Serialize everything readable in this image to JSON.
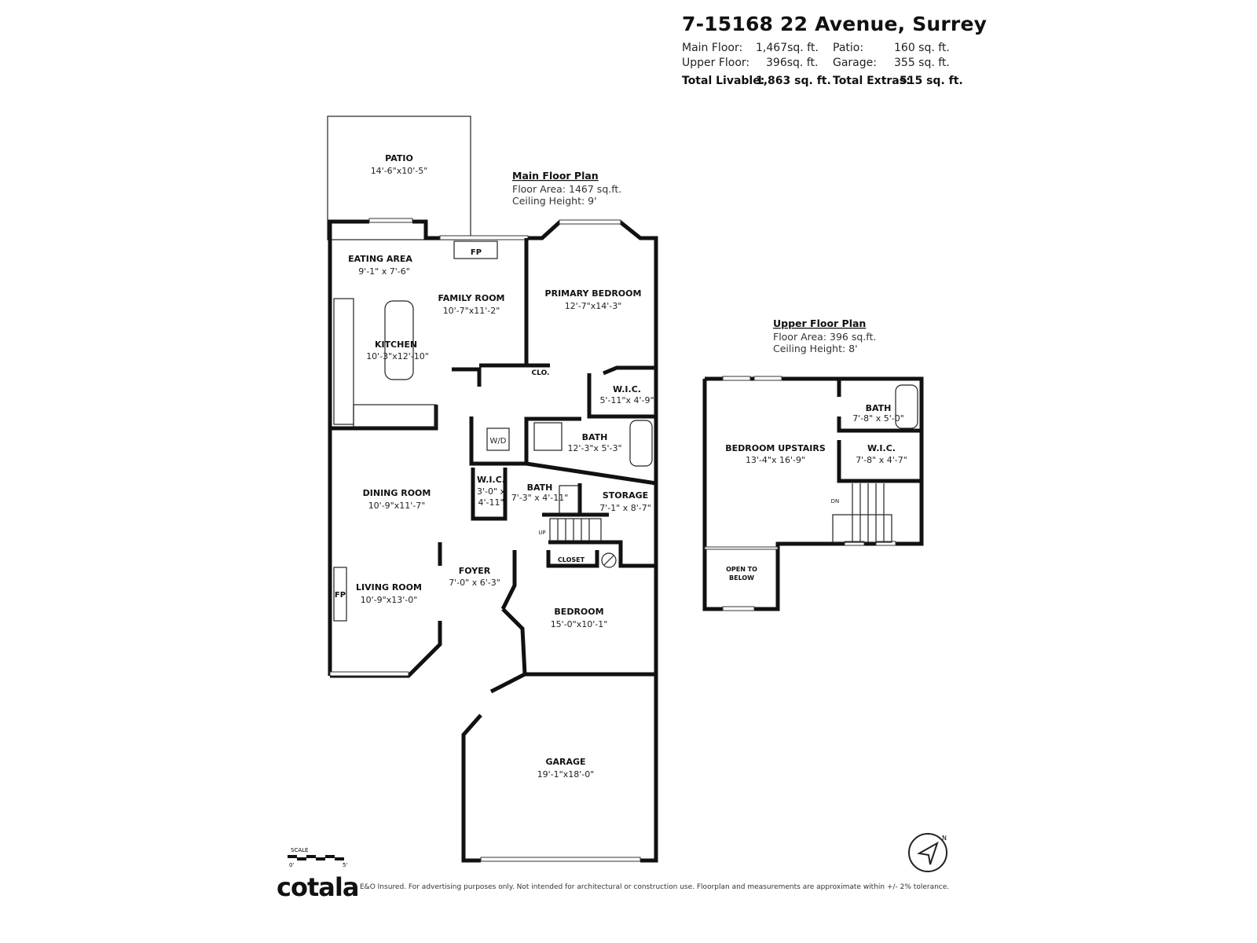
{
  "header": {
    "title": "7-15168 22 Avenue, Surrey",
    "main_floor_label": "Main Floor:",
    "main_floor_value": "1,467sq. ft.",
    "upper_floor_label": "Upper Floor:",
    "upper_floor_value": "396sq. ft.",
    "patio_label": "Patio:",
    "patio_value": "160 sq. ft.",
    "garage_label": "Garage:",
    "garage_value": "355 sq. ft.",
    "total_livable_label": "Total Livable:",
    "total_livable_value": "1,863 sq. ft.",
    "total_extras_label": "Total Extras:",
    "total_extras_value": "515 sq. ft."
  },
  "main_plan": {
    "heading": "Main Floor Plan",
    "floor_area": "Floor Area: 1467 sq.ft.",
    "ceiling": "Ceiling Height: 9'",
    "rooms": [
      {
        "name": "PATIO",
        "dims": "14'-6\"x10'-5\""
      },
      {
        "name": "EATING AREA",
        "dims": "9'-1\" x 7'-6\""
      },
      {
        "name": "FAMILY ROOM",
        "dims": "10'-7\"x11'-2\""
      },
      {
        "name": "PRIMARY BEDROOM",
        "dims": "12'-7\"x14'-3\""
      },
      {
        "name": "KITCHEN",
        "dims": "10'-3\"x12'-10\""
      },
      {
        "name": "W.I.C.",
        "dims": "5'-11\"x 4'-9\""
      },
      {
        "name": "BATH",
        "dims": "12'-3\"x 5'-3\""
      },
      {
        "name": "DINING ROOM",
        "dims": "10'-9\"x11'-7\""
      },
      {
        "name": "W.I.C.",
        "dims": "3'-0\" x",
        "dims2": "4'-11\""
      },
      {
        "name": "BATH",
        "dims": "7'-3\" x 4'-11\""
      },
      {
        "name": "STORAGE",
        "dims": "7'-1\" x 8'-7\""
      },
      {
        "name": "FOYER",
        "dims": "7'-0\" x 6'-3\""
      },
      {
        "name": "LIVING ROOM",
        "dims": "10'-9\"x13'-0\""
      },
      {
        "name": "BEDROOM",
        "dims": "15'-0\"x10'-1\""
      },
      {
        "name": "GARAGE",
        "dims": "19'-1\"x18'-0\""
      }
    ],
    "fixtures": {
      "fp1": "FP",
      "fp2": "FP",
      "clo": "CLO.",
      "wd": "W/D",
      "closet": "CLOSET",
      "up": "UP"
    }
  },
  "upper_plan": {
    "heading": "Upper Floor Plan",
    "floor_area": "Floor Area: 396 sq.ft.",
    "ceiling": "Ceiling Height: 8'",
    "rooms": [
      {
        "name": "BEDROOM UPSTAIRS",
        "dims": "13'-4\"x 16'-9\""
      },
      {
        "name": "BATH",
        "dims": "7'-8\" x 5'-0\""
      },
      {
        "name": "W.I.C.",
        "dims": "7'-8\" x 4'-7\""
      },
      {
        "name": "OPEN TO",
        "dims": "BELOW"
      }
    ],
    "fixtures": {
      "dn": "DN"
    }
  },
  "scale": {
    "label": "SCALE",
    "min": "0'",
    "max": "5'"
  },
  "compass_icon": "north-arrow-icon",
  "footer": {
    "logo": "cotala",
    "disclaimer": "E&O Insured. For advertising purposes only. Not intended for architectural or construction use. Floorplan and measurements are approximate within +/- 2% tolerance."
  }
}
